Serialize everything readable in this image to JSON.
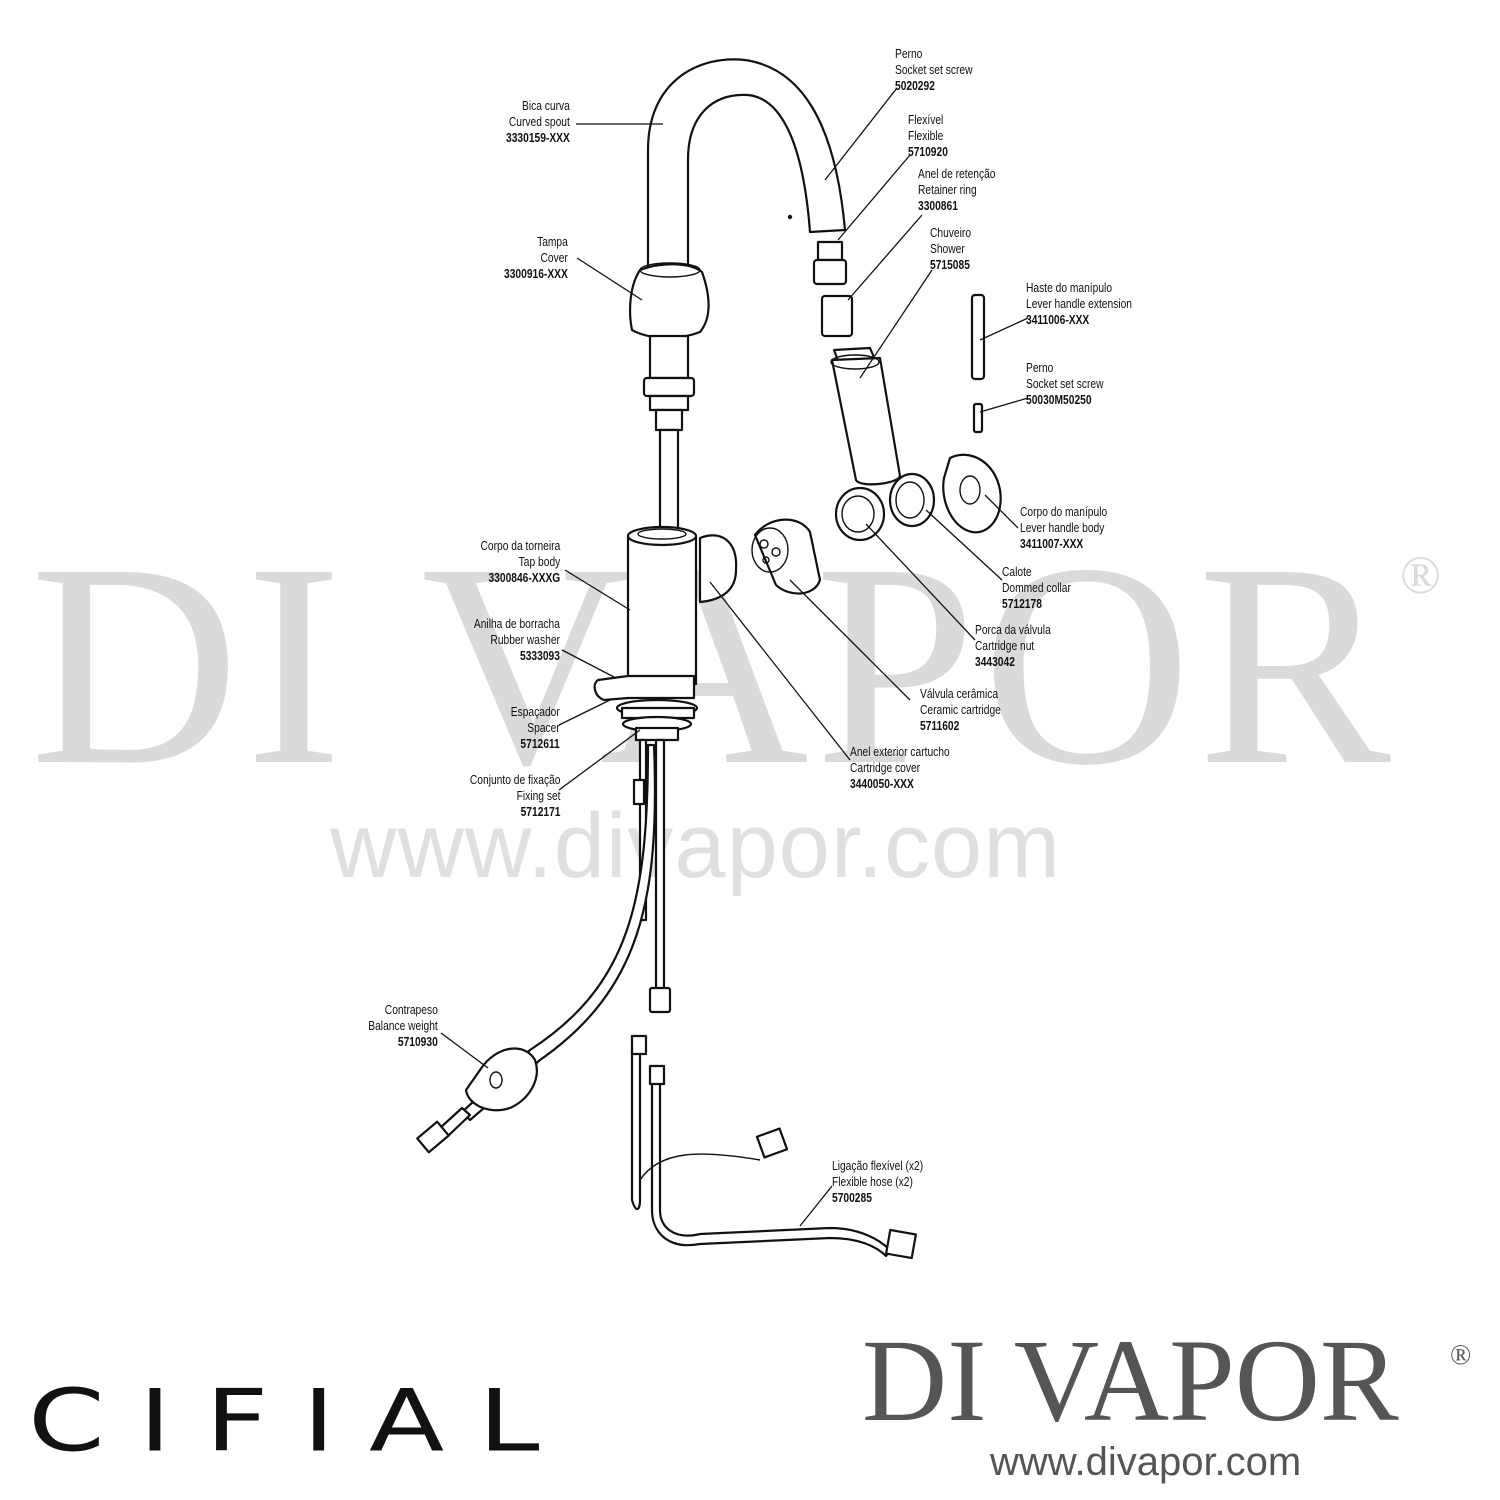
{
  "watermark": {
    "name": "DI VAPOR",
    "reg": "®",
    "url": "www.divapor.com"
  },
  "labels": {
    "perno_top": {
      "pt": "Perno",
      "en": "Socket set screw",
      "code": "5020292"
    },
    "bica": {
      "pt": "Bica curva",
      "en": "Curved spout",
      "code": "3330159-XXX"
    },
    "flexivel": {
      "pt": "Flexível",
      "en": "Flexible",
      "code": "5710920"
    },
    "anel_retencao": {
      "pt": "Anel de retenção",
      "en": "Retainer ring",
      "code": "3300861"
    },
    "chuveiro": {
      "pt": "Chuveiro",
      "en": "Shower",
      "code": "5715085"
    },
    "tampa": {
      "pt": "Tampa",
      "en": "Cover",
      "code": "3300916-XXX"
    },
    "haste": {
      "pt": "Haste do manípulo",
      "en": "Lever handle extension",
      "code": "3411006-XXX"
    },
    "perno_small": {
      "pt": "Perno",
      "en": "Socket set screw",
      "code": "50030M50250"
    },
    "corpo_manipulo": {
      "pt": "Corpo do manípulo",
      "en": "Lever handle body",
      "code": "3411007-XXX"
    },
    "corpo_torneira": {
      "pt": "Corpo da torneira",
      "en": "Tap body",
      "code": "3300846-XXXG"
    },
    "calote": {
      "pt": "Calote",
      "en": "Dommed collar",
      "code": "5712178"
    },
    "anilha": {
      "pt": "Anilha de borracha",
      "en": "Rubber washer",
      "code": "5333093"
    },
    "porca": {
      "pt": "Porca da válvula",
      "en": "Cartridge nut",
      "code": "3443042"
    },
    "valvula": {
      "pt": "Válvula cerâmica",
      "en": "Ceramic cartridge",
      "code": "5711602"
    },
    "espacador": {
      "pt": "Espaçador",
      "en": "Spacer",
      "code": "5712611"
    },
    "anel_exterior": {
      "pt": "Anel exterior cartucho",
      "en": "Cartridge cover",
      "code": "3440050-XXX"
    },
    "conjunto": {
      "pt": "Conjunto de fixação",
      "en": "Fixing set",
      "code": "5712171"
    },
    "contrapeso": {
      "pt": "Contrapeso",
      "en": "Balance weight",
      "code": "5710930"
    },
    "ligacao": {
      "pt": "Ligação flexível (x2)",
      "en": "Flexible hose (x2)",
      "code": "5700285"
    }
  },
  "footer": {
    "cifial": "CIFIAL",
    "divapor": "DI VAPOR",
    "reg": "®",
    "url": "www.divapor.com"
  }
}
